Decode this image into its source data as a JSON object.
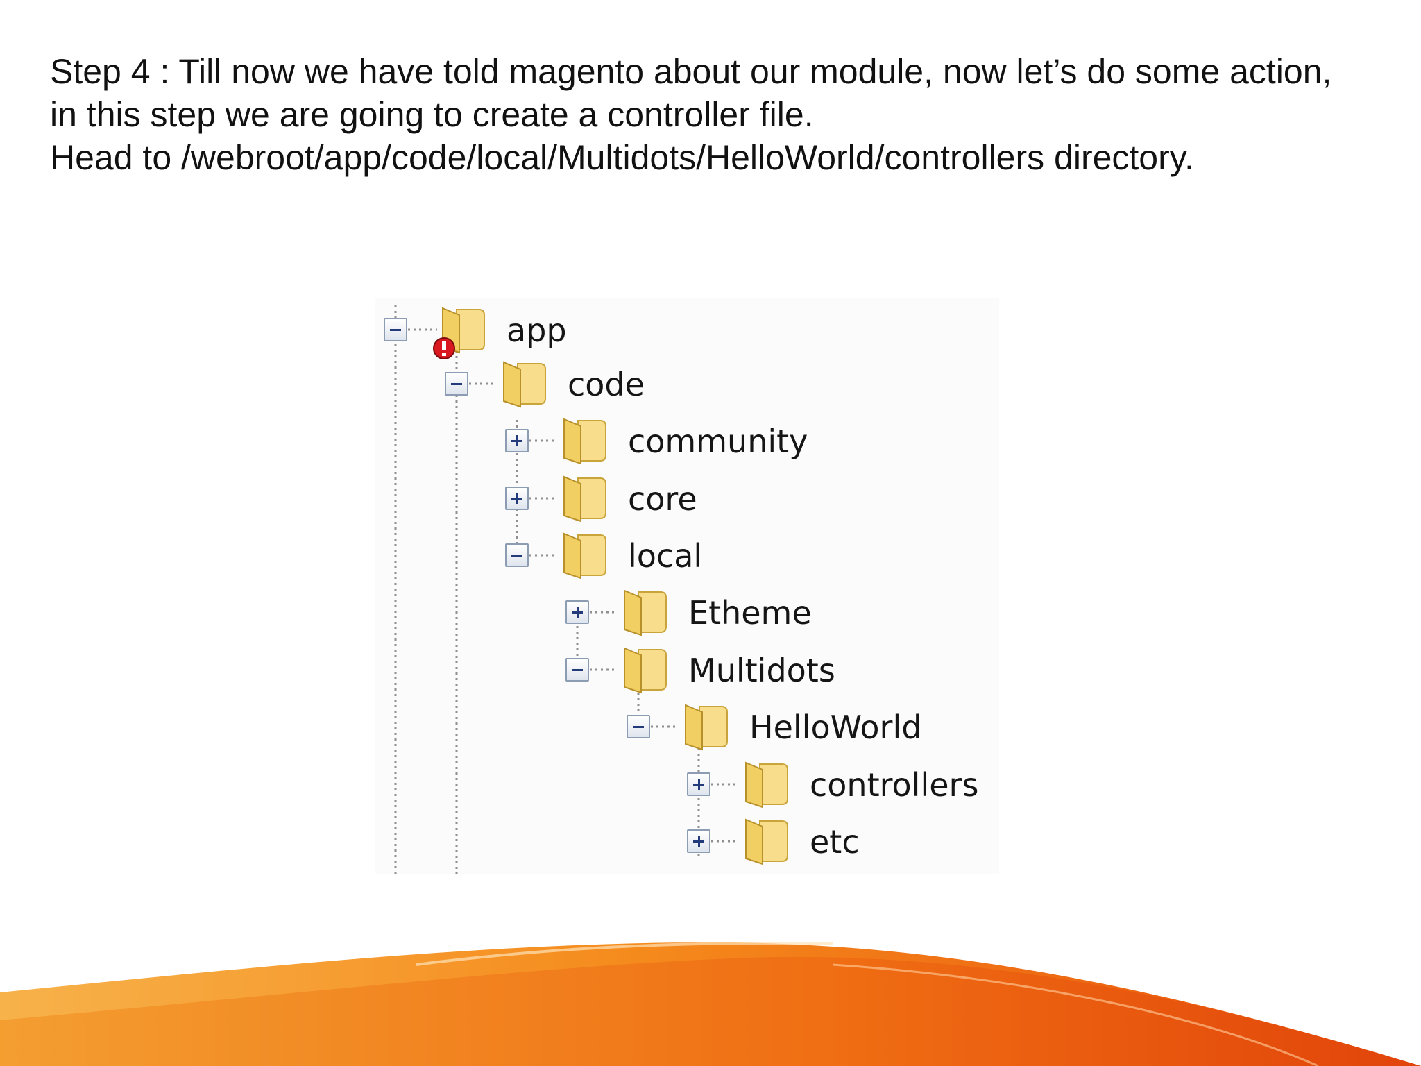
{
  "slide": {
    "text_lines": [
      "Step 4 : Till now we have told magento about our module, now let’s do some action,",
      "in this step we are going to create a controller file.",
      "Head to /webroot/app/code/local/Multidots/HelloWorld/controllers directory."
    ]
  },
  "tree": {
    "nodes": [
      {
        "label": "app",
        "toggle": "minus",
        "icon": "folder-icon",
        "badge": "error-badge-icon"
      },
      {
        "label": "code",
        "toggle": "minus",
        "icon": "folder-icon"
      },
      {
        "label": "community",
        "toggle": "plus",
        "icon": "folder-icon"
      },
      {
        "label": "core",
        "toggle": "plus",
        "icon": "folder-icon"
      },
      {
        "label": "local",
        "toggle": "minus",
        "icon": "folder-icon"
      },
      {
        "label": "Etheme",
        "toggle": "plus",
        "icon": "folder-icon"
      },
      {
        "label": "Multidots",
        "toggle": "minus",
        "icon": "folder-icon"
      },
      {
        "label": "HelloWorld",
        "toggle": "minus",
        "icon": "folder-icon"
      },
      {
        "label": "controllers",
        "toggle": "plus",
        "icon": "folder-icon"
      },
      {
        "label": "etc",
        "toggle": "plus",
        "icon": "folder-icon"
      }
    ]
  },
  "colors": {
    "folder": "#f2d06b",
    "toggle_border": "#8c9cb3",
    "accent_orange": "#f26a10"
  }
}
